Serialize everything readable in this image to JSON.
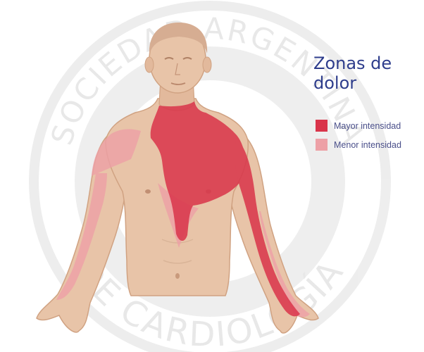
{
  "watermark": {
    "text_top": "SOCIEDAD ARGENTINA",
    "text_bottom": "DE CARDIOLOGÍA"
  },
  "legend": {
    "title_line1": "Zonas de",
    "title_line2": "dolor",
    "items": [
      {
        "label": "Mayor intensidad",
        "color": "#d9344a"
      },
      {
        "label": "Menor intensidad",
        "color": "#eda0a6"
      }
    ]
  },
  "colors": {
    "skin": "#e8c4a8",
    "skin_shade": "#d4a88a",
    "outline": "#c99a7c",
    "major_pain": "#d9344a",
    "minor_pain": "#eda0a6",
    "watermark": "#e4e4e4",
    "legend_text": "#2e3d8c"
  }
}
